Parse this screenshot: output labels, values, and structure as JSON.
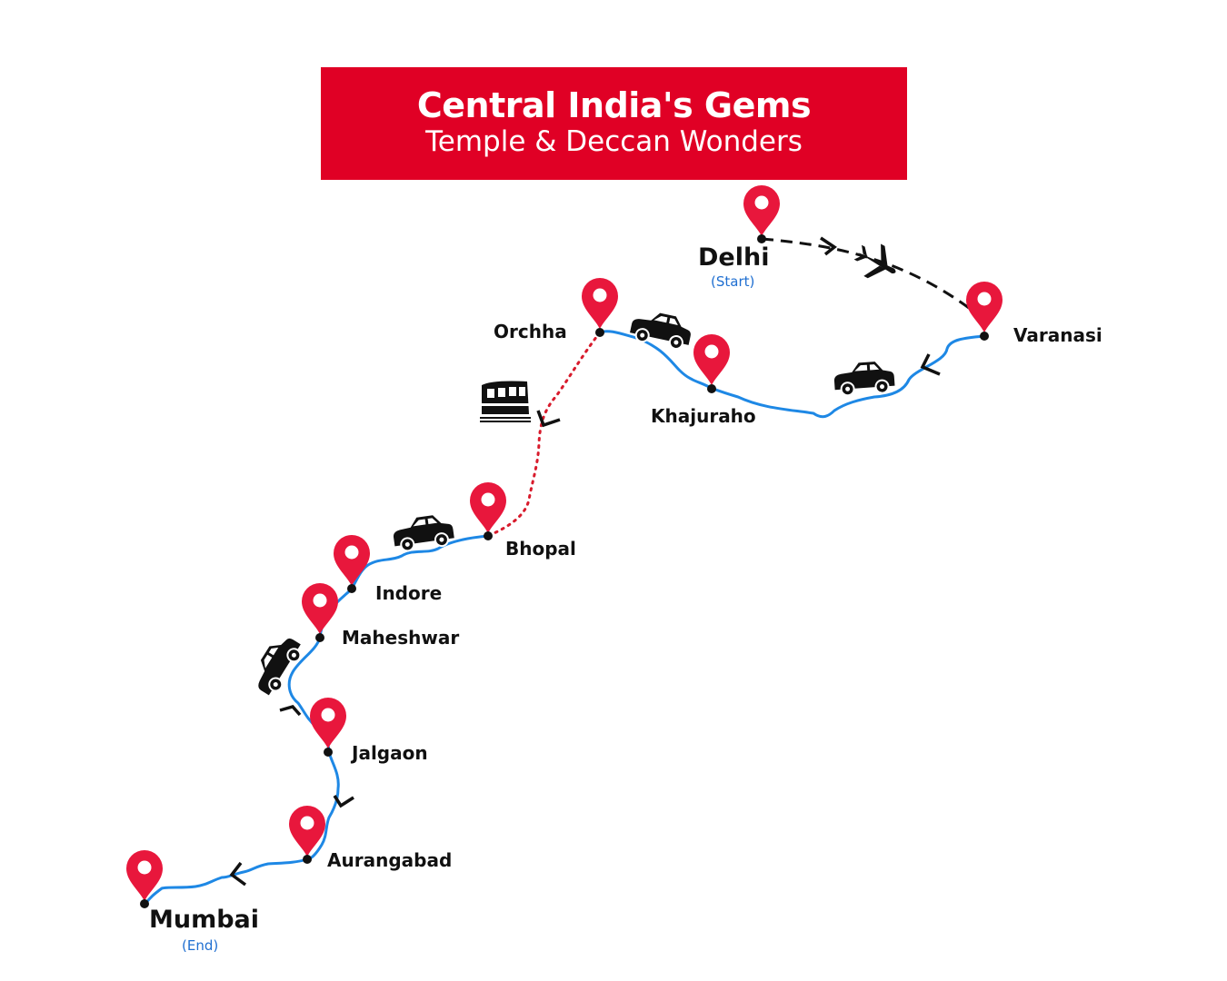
{
  "banner": {
    "title": "Central India's Gems",
    "subtitle": "Temple & Deccan Wonders",
    "color": "#e00025"
  },
  "colors": {
    "road": "#1e88e5",
    "rail": "#d81b2c",
    "flight": "#111111",
    "pin": "#e8173c"
  },
  "cities": {
    "delhi": {
      "name": "Delhi",
      "note": "(Start)"
    },
    "varanasi": {
      "name": "Varanasi"
    },
    "khajuraho": {
      "name": "Khajuraho"
    },
    "orchha": {
      "name": "Orchha"
    },
    "bhopal": {
      "name": "Bhopal"
    },
    "indore": {
      "name": "Indore"
    },
    "maheshwar": {
      "name": "Maheshwar"
    },
    "jalgaon": {
      "name": "Jalgaon"
    },
    "aurangabad": {
      "name": "Aurangabad"
    },
    "mumbai": {
      "name": "Mumbai",
      "note": "(End)"
    }
  },
  "route_legs": [
    {
      "from": "Delhi",
      "to": "Varanasi",
      "mode": "flight",
      "icon": "airplane-icon"
    },
    {
      "from": "Varanasi",
      "to": "Khajuraho",
      "mode": "road",
      "icon": "car-icon"
    },
    {
      "from": "Khajuraho",
      "to": "Orchha",
      "mode": "road",
      "icon": "car-icon"
    },
    {
      "from": "Orchha",
      "to": "Bhopal",
      "mode": "rail",
      "icon": "train-icon"
    },
    {
      "from": "Bhopal",
      "to": "Indore",
      "mode": "road",
      "icon": "car-icon"
    },
    {
      "from": "Indore",
      "to": "Maheshwar",
      "mode": "road"
    },
    {
      "from": "Maheshwar",
      "to": "Jalgaon",
      "mode": "road",
      "icon": "car-icon"
    },
    {
      "from": "Jalgaon",
      "to": "Aurangabad",
      "mode": "road"
    },
    {
      "from": "Aurangabad",
      "to": "Mumbai",
      "mode": "road"
    }
  ]
}
